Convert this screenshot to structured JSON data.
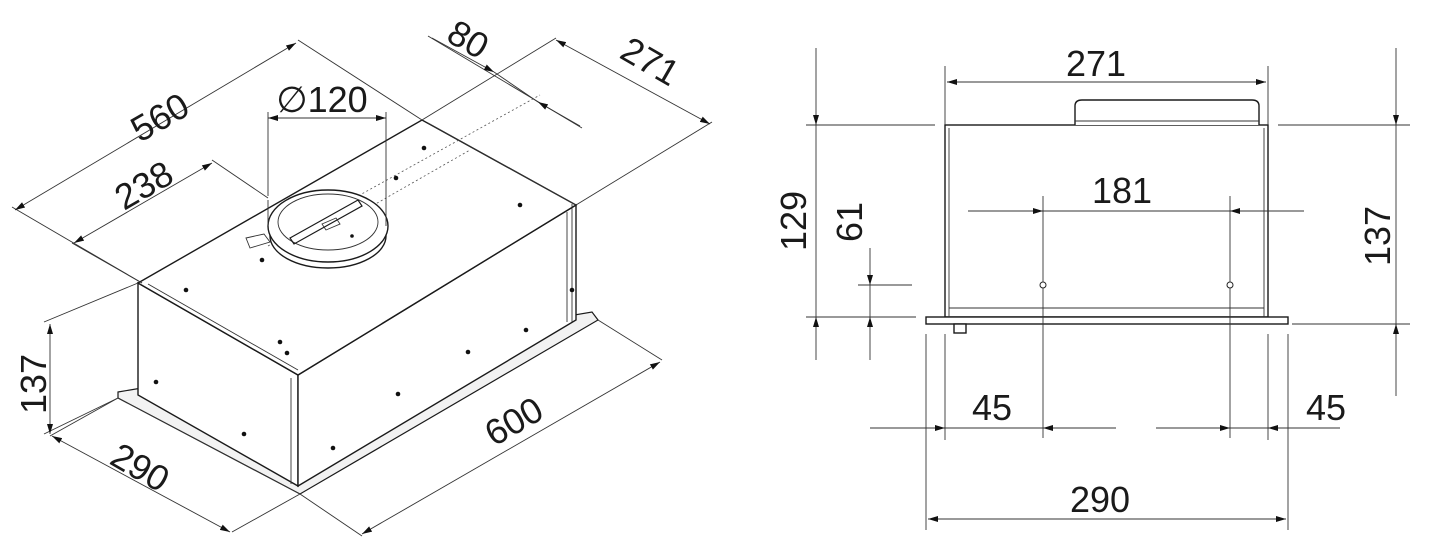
{
  "iso_view": {
    "dims": {
      "len_560": "560",
      "off_80": "80",
      "dep_271": "271",
      "duct_dia": "∅120",
      "duct_off_238": "238",
      "height_137": "137",
      "width_290": "290",
      "len_600": "600"
    }
  },
  "front_view": {
    "dims": {
      "top_271": "271",
      "holes_181": "181",
      "height_129": "129",
      "holes_61": "61",
      "height_137": "137",
      "left_45": "45",
      "right_45": "45",
      "bottom_290": "290"
    }
  },
  "colors": {
    "line": "#1a1a1a",
    "background": "#ffffff"
  }
}
